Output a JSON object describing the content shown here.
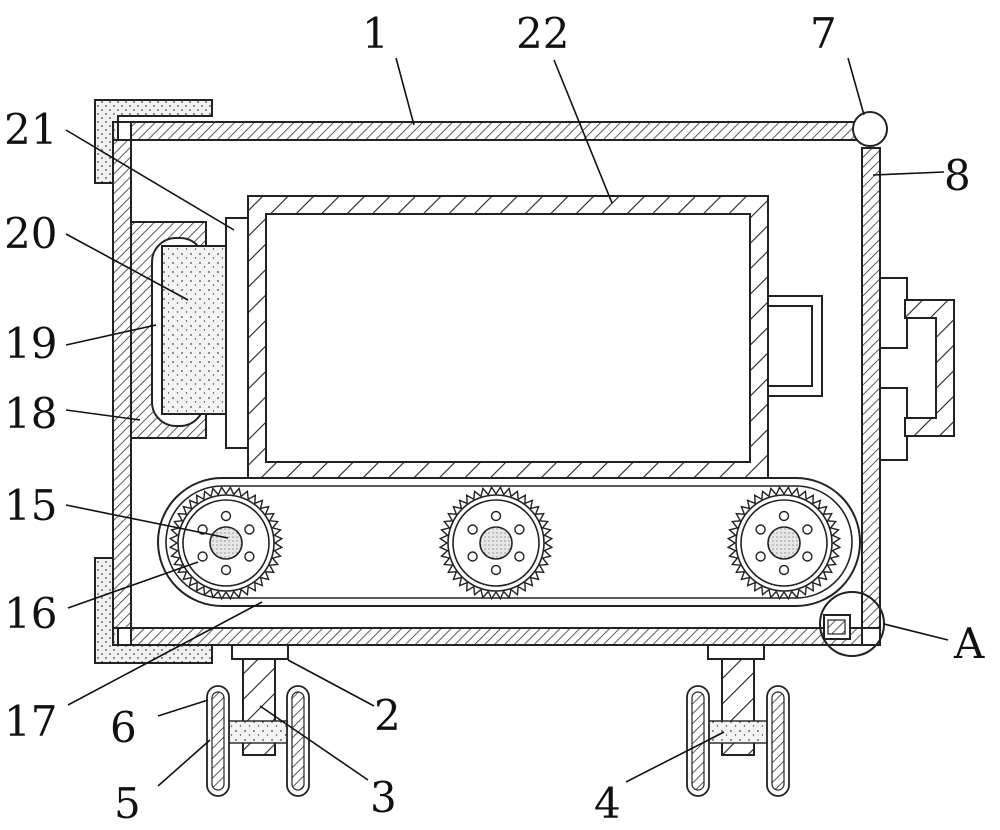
{
  "labels": {
    "l1": "1",
    "l22": "22",
    "l7": "7",
    "l8": "8",
    "l21": "21",
    "l20": "20",
    "l19": "19",
    "l18": "18",
    "l15": "15",
    "l16": "16",
    "lA": "A",
    "l17": "17",
    "l2": "2",
    "l6": "6",
    "l3": "3",
    "l5": "5",
    "l4": "4"
  },
  "colors": {
    "line": "#222222",
    "hatch": "#333333",
    "sponge_fill": "#f2f2f2",
    "core_fill": "#dddddd"
  }
}
